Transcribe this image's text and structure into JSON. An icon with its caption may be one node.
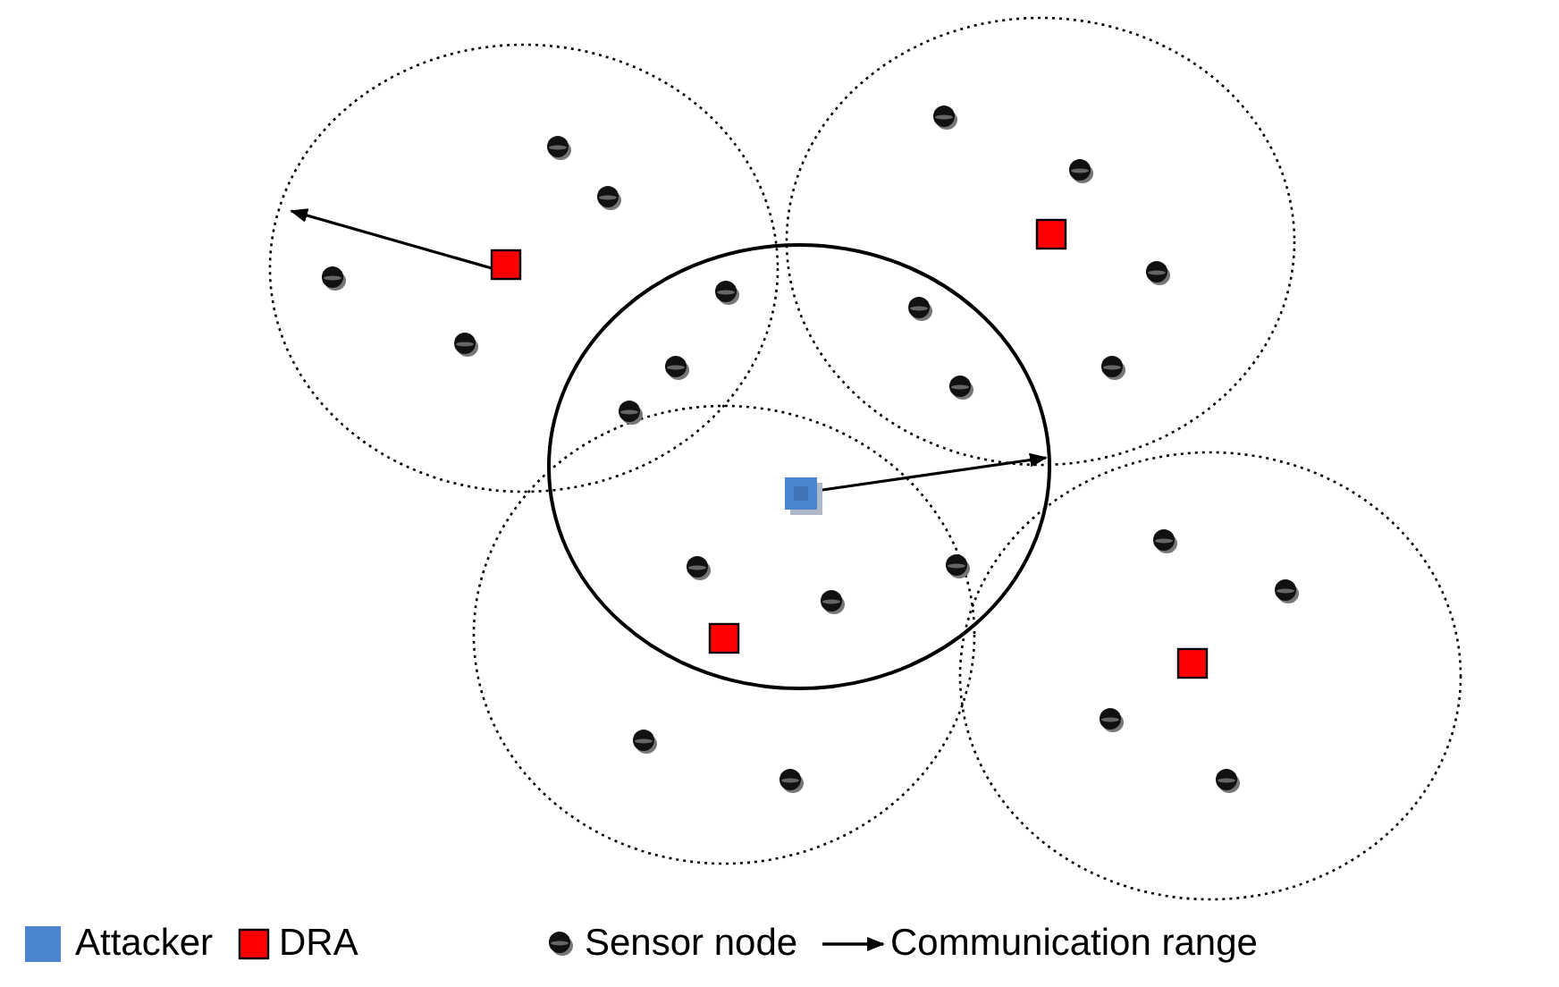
{
  "diagram": {
    "legend": [
      {
        "text": "Attacker",
        "color": "#4a86d0"
      },
      {
        "text": "DRA",
        "color": "#ff0000"
      },
      {
        "text": "Sensor node"
      },
      {
        "text": "Communication range"
      }
    ]
  }
}
